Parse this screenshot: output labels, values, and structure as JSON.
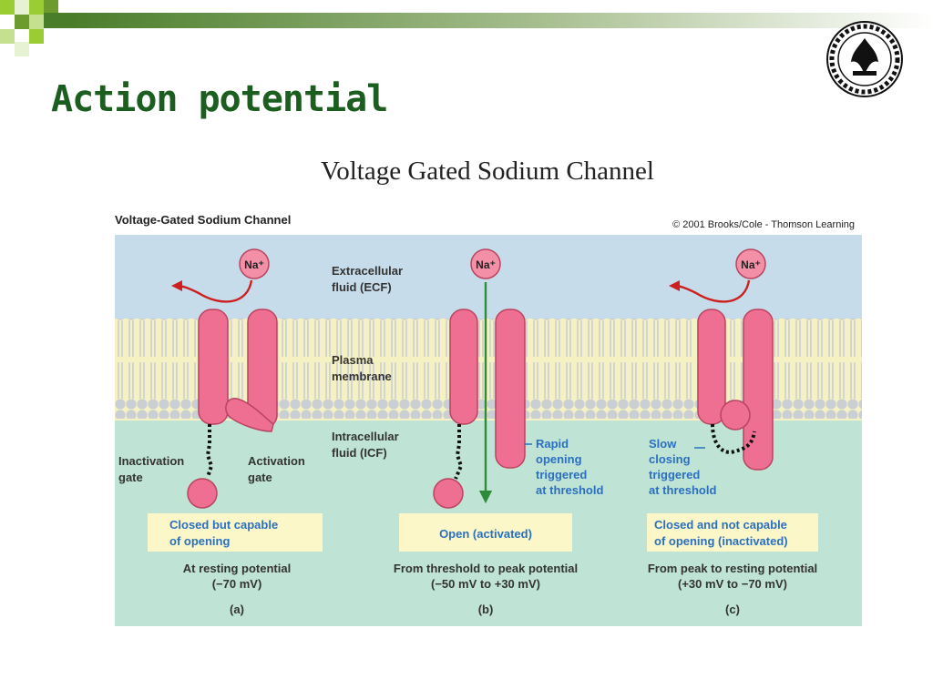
{
  "slide": {
    "title": "Action potential",
    "subtitle": "Voltage Gated Sodium Channel"
  },
  "figure": {
    "header_title": "Voltage-Gated Sodium Channel",
    "copyright": "© 2001 Brooks/Cole - Thomson Learning",
    "labels": {
      "ecf": [
        "Extracellular",
        "fluid (ECF)"
      ],
      "membrane": [
        "Plasma",
        "membrane"
      ],
      "icf": [
        "Intracellular",
        "fluid (ICF)"
      ],
      "ion": "Na⁺",
      "inactivation_gate": [
        "Inactivation",
        "gate"
      ],
      "activation_gate": [
        "Activation",
        "gate"
      ],
      "rapid": [
        "Rapid",
        "opening",
        "triggered",
        "at threshold"
      ],
      "slow": [
        "Slow",
        "closing",
        "triggered",
        "at threshold"
      ]
    },
    "panels": [
      {
        "state": [
          "Closed but capable",
          "of opening"
        ],
        "condition": [
          "At resting potential",
          "(−70 mV)"
        ],
        "letter": "(a)"
      },
      {
        "state": [
          "Open (activated)"
        ],
        "condition": [
          "From threshold to peak potential",
          "(−50 mV to +30 mV)"
        ],
        "letter": "(b)"
      },
      {
        "state": [
          "Closed and not capable",
          "of opening (inactivated)"
        ],
        "condition": [
          "From peak to resting potential",
          "(+30 mV to −70 mV)"
        ],
        "letter": "(c)"
      }
    ],
    "colors": {
      "ecf": "#c7dcea",
      "membrane": "#f6f1c2",
      "icf": "#bfe3d4",
      "protein": "#ee6f91",
      "label_box": "#fbf7c9",
      "blue_text": "#2b70c0",
      "arrow_red": "#cc1f1f",
      "arrow_green": "#2e8b3a"
    }
  }
}
